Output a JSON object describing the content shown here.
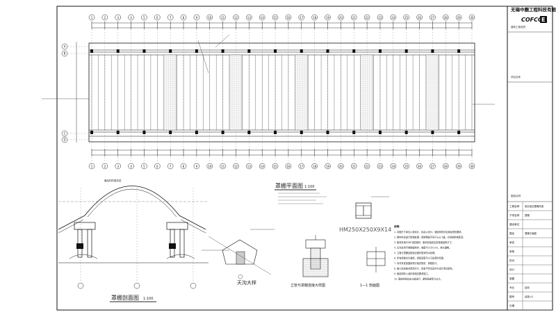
{
  "company": {
    "name": "无锡中圈工程科技有限公司",
    "logo_text": "COFCO",
    "logo_badge": "E",
    "sub": "建筑工程资质"
  },
  "drawings": {
    "plan_title": "罩棚平面图",
    "plan_scale": "1:100",
    "section_title": "罩棚剖面图",
    "section_scale": "1:100",
    "detail1_title": "天沟大样",
    "detail2_title": "立管与罩棚连接大样图",
    "detail3_title": "1—1 剖面图",
    "steel_label": "HM250X250X9X14",
    "section_top_label": "膜结构防腐涂层"
  },
  "grid": {
    "top_numbers": [
      "1",
      "2",
      "3",
      "4",
      "5",
      "6",
      "7",
      "8",
      "9",
      "10",
      "11",
      "12",
      "13",
      "14",
      "15",
      "16",
      "17",
      "18",
      "19",
      "20",
      "21",
      "22",
      "23",
      "24",
      "25",
      "26",
      "27",
      "28",
      "29",
      "30"
    ],
    "bottom_numbers": [
      "1",
      "2",
      "3",
      "4",
      "5",
      "6",
      "7",
      "8",
      "9",
      "10",
      "11",
      "12",
      "13",
      "14",
      "15",
      "16",
      "17",
      "18",
      "19",
      "20",
      "21",
      "22",
      "23",
      "24",
      "25",
      "26",
      "27",
      "28",
      "29",
      "30"
    ],
    "row_letters": [
      "A",
      "B",
      "C",
      "D"
    ]
  },
  "notes": {
    "heading": "说明：",
    "lines": [
      "1. 本图尺寸单位以毫米计，标高以米计；钢结构构件应满足规范要求。",
      "2. 钢构件应进行除锈处理，除锈等级不低于Sa2.5级，并涂刷防锈底漆。",
      "3. 膜材采用PVDF涂层膜材，膜材安装前应复核钢结构尺寸。",
      "4. 天沟采用不锈钢板制作，坡度不小于0.5%，排水通畅。",
      "5. 立管与罩棚连接处应做好密封防水处理。",
      "6. 所有焊缝均为满焊，焊缝高度不小于较薄件厚度。",
      "7. 未尽事宜按国家现行相关规范、规程执行。",
      "8. 施工前应核对现场尺寸，如有不符请及时与设计单位联系。",
      "9. 钢结构防火涂料按相关要求施工。",
      "10. 膜结构张拉应分级进行，避免局部受力过大。"
    ]
  },
  "title_block": {
    "project_label": "项目名称",
    "drawing_label": "图纸名称",
    "rows": [
      {
        "label": "工程名称",
        "value": "某加油站罩棚改造"
      },
      {
        "label": "子项名称",
        "value": "罩棚"
      },
      {
        "label": "建设单位",
        "value": ""
      },
      {
        "label": "图名",
        "value": "罩棚平面图"
      },
      {
        "label": "审定",
        "value": ""
      },
      {
        "label": "审核",
        "value": ""
      },
      {
        "label": "校对",
        "value": ""
      },
      {
        "label": "设计",
        "value": ""
      },
      {
        "label": "制图",
        "value": ""
      },
      {
        "label": "专业",
        "value": "结构"
      },
      {
        "label": "图号",
        "value": "结施-01"
      },
      {
        "label": "日期",
        "value": ""
      }
    ]
  }
}
